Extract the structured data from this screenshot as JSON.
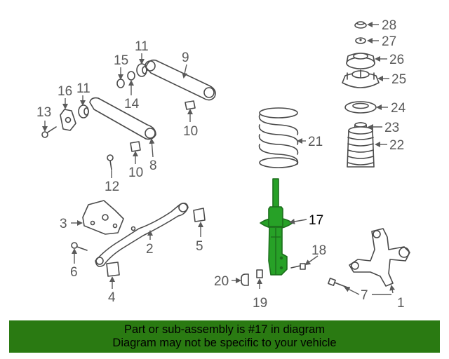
{
  "diagram": {
    "highlighted_part": "17",
    "highlight_color": "#27a127",
    "callouts": [
      "28",
      "27",
      "26",
      "25",
      "24",
      "23",
      "22",
      "21",
      "17",
      "18",
      "1",
      "7",
      "19",
      "20",
      "15",
      "11",
      "9",
      "14",
      "16",
      "11",
      "13",
      "10",
      "8",
      "10",
      "12",
      "3",
      "2",
      "5",
      "6",
      "4"
    ]
  },
  "banner": {
    "line1": "Part or sub-assembly is #17 in diagram",
    "line2": "Diagram may not be specific to your vehicle",
    "background": "#2a7a12"
  }
}
